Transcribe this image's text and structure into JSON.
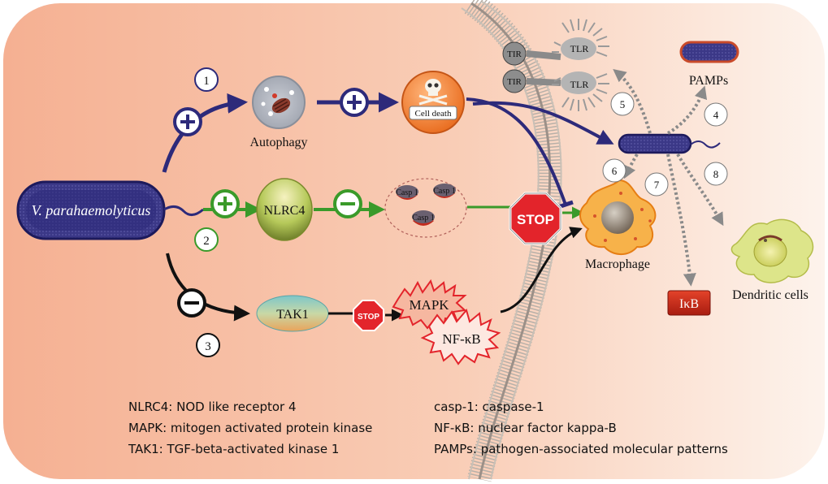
{
  "source": {
    "label": "V. parahaemolyticus"
  },
  "pathways": [
    {
      "number": "1",
      "node": "Autophagy",
      "sign": "+",
      "outcome": "Cell death",
      "outcome_sign": "+"
    },
    {
      "number": "2",
      "node": "NLRC4",
      "sign": "+",
      "node_sign": "−",
      "target_items": [
        "Casp 1",
        "Casp 1",
        "Casp 1"
      ]
    },
    {
      "number": "3",
      "node": "TAK1",
      "sign": "−",
      "targets": [
        "MAPK",
        "NF-κB"
      ]
    }
  ],
  "stop_labels": {
    "large": "STOP",
    "small": "STOP"
  },
  "membrane_receptors": {
    "tir": [
      "TIR",
      "TIR"
    ],
    "tlr": [
      "TLR",
      "TLR"
    ]
  },
  "right_side": {
    "pamps": "PAMPs",
    "macrophage": "Macrophage",
    "dendritic": "Dendritic cells",
    "ikb": "IκB",
    "numbers": [
      "5",
      "4",
      "6",
      "7",
      "8"
    ]
  },
  "legend_left": [
    "NLRC4: NOD like receptor 4",
    "MAPK: mitogen activated protein kinase",
    "TAK1: TGF-beta-activated kinase 1"
  ],
  "legend_right": [
    "casp-1: caspase-1",
    "NF-κB: nuclear factor kappa-B",
    "PAMPs: pathogen-associated molecular patterns"
  ],
  "colors": {
    "navy": "#2d2a7a",
    "green": "#3a9a2a",
    "stop_red": "#e3242b",
    "background_left": "#f6b496",
    "background_right": "#fdf0e8"
  }
}
